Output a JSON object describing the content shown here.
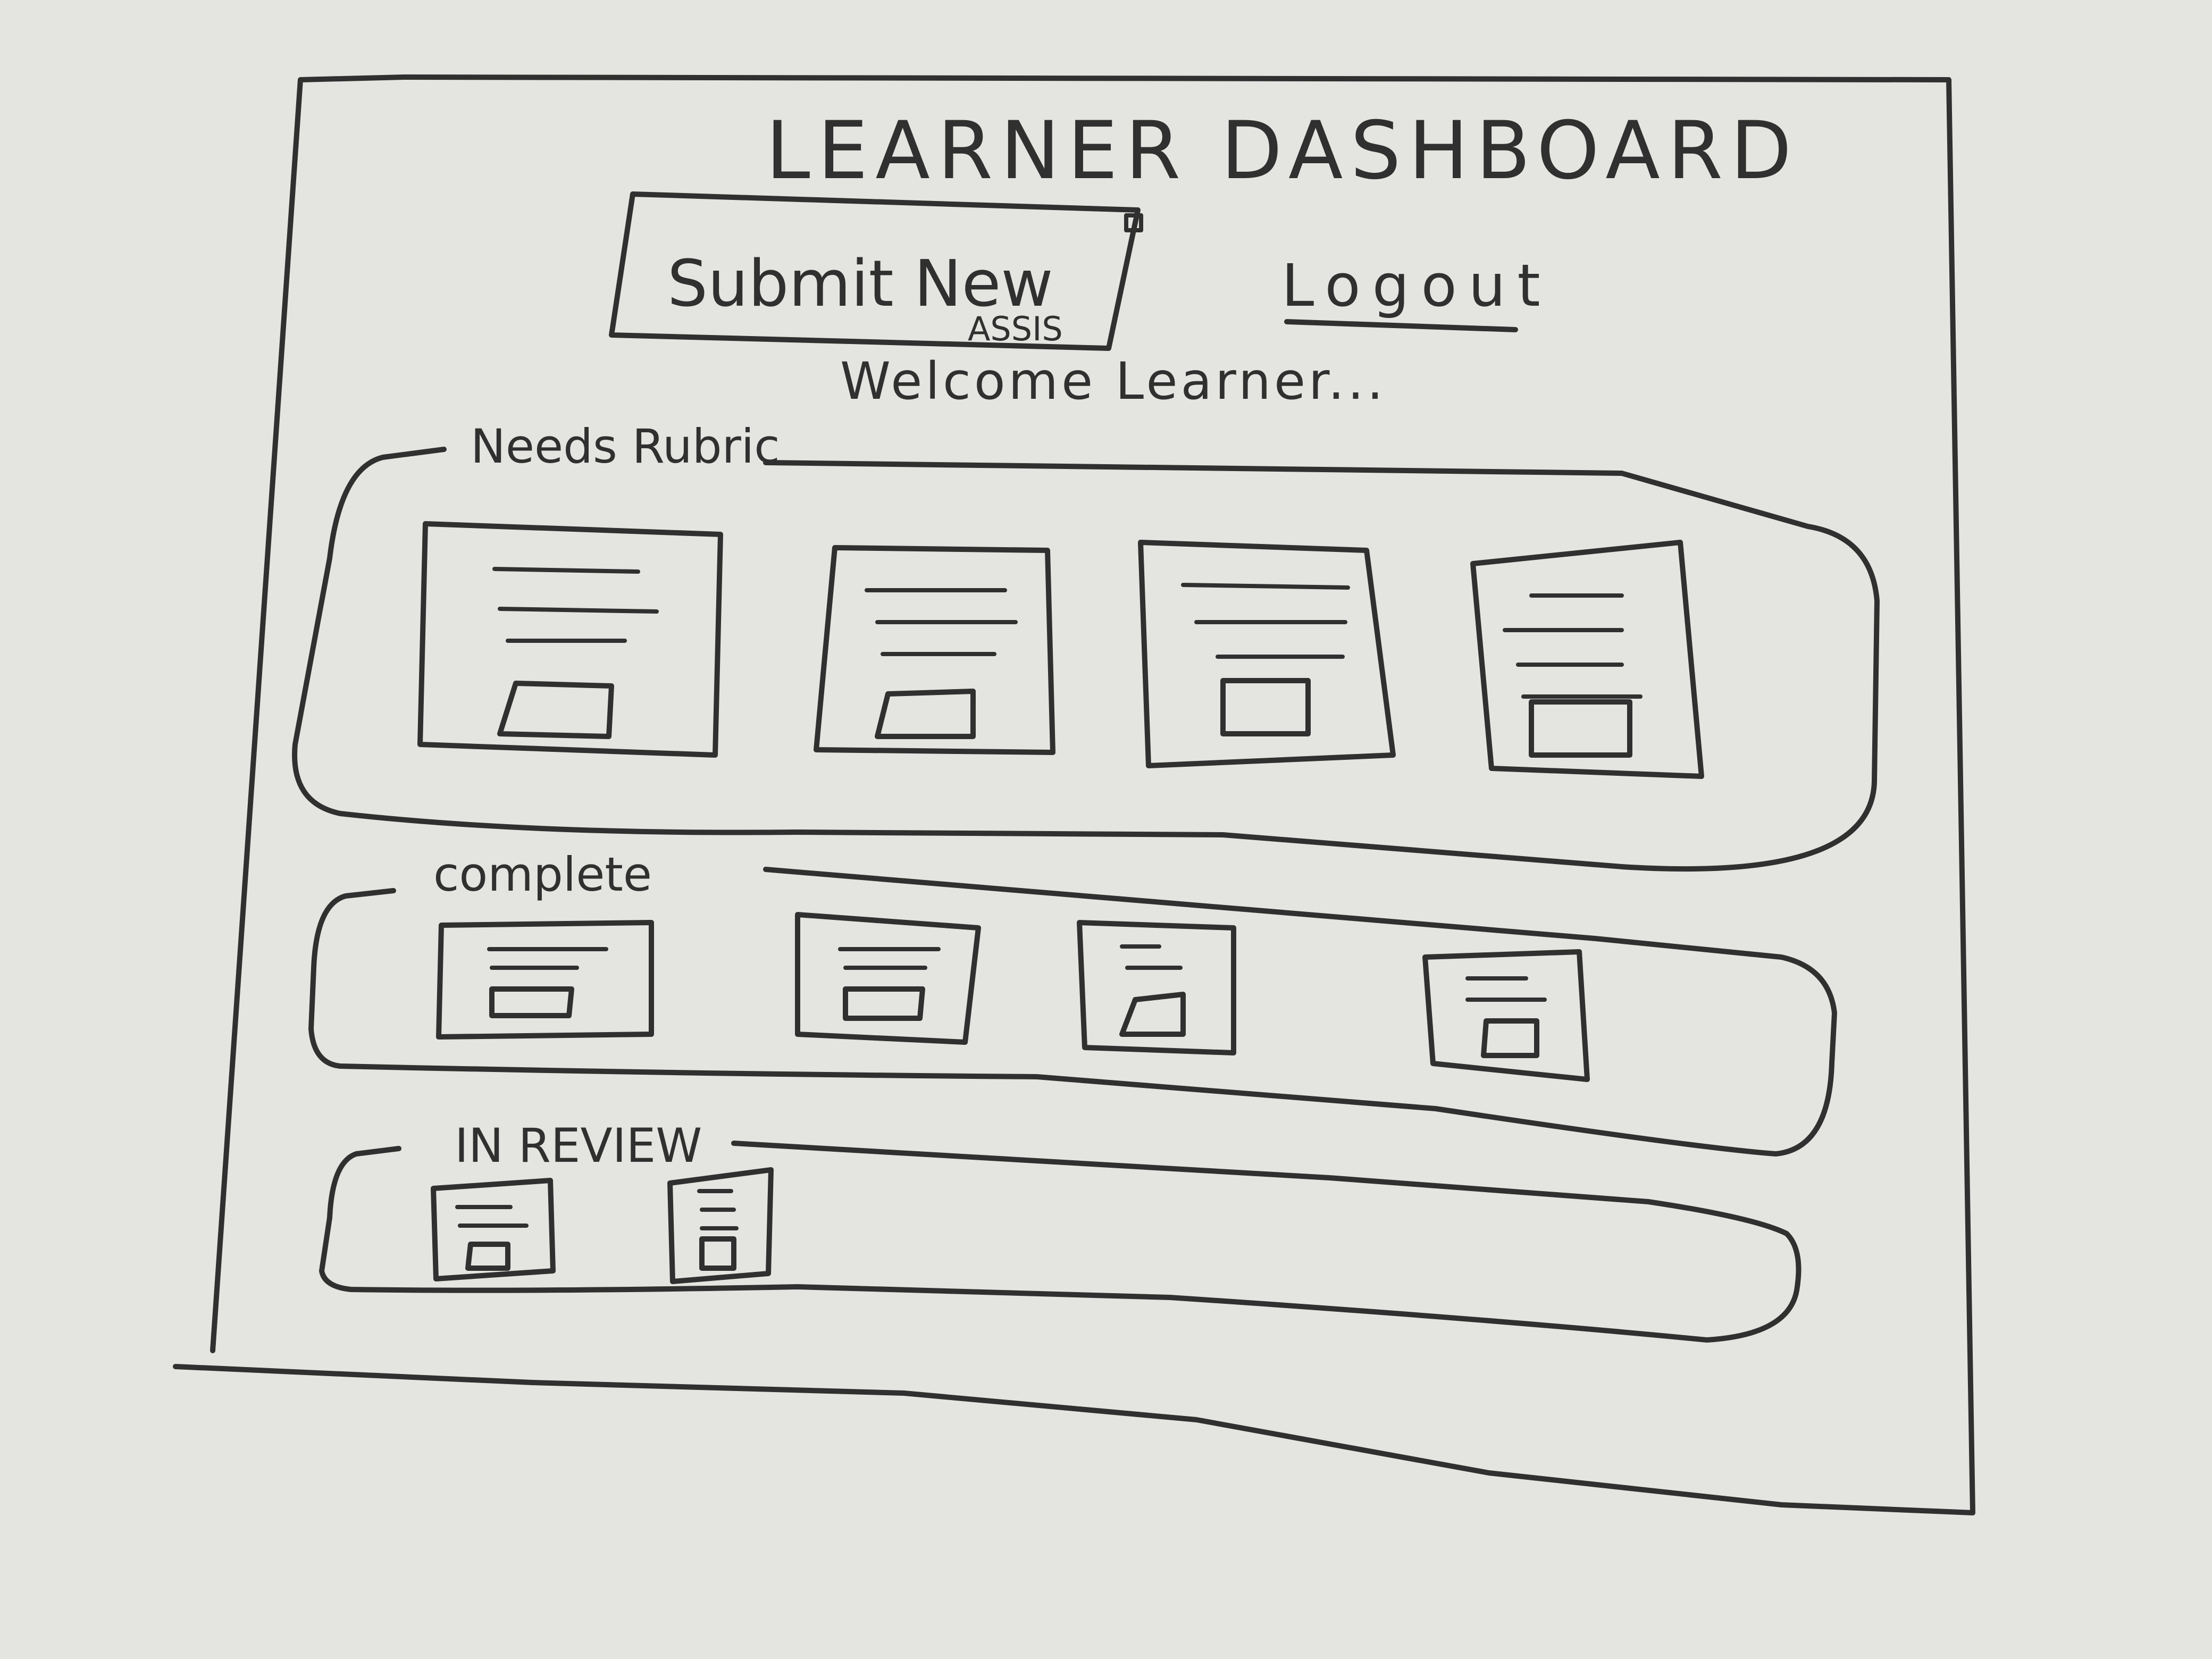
{
  "header": {
    "title": "LEARNER DASHBOARD",
    "submit_label": "Submit New",
    "submit_sublabel": "ASSIS",
    "logout_label": "Logout",
    "welcome": "Welcome Learner..."
  },
  "sections": [
    {
      "label": "Needs Rubric",
      "card_count": 4
    },
    {
      "label": "complete",
      "card_count": 4
    },
    {
      "label": "IN REVIEW",
      "card_count": 2
    }
  ],
  "colors": {
    "paper": "#e4e4e0",
    "ink": "#303030"
  }
}
